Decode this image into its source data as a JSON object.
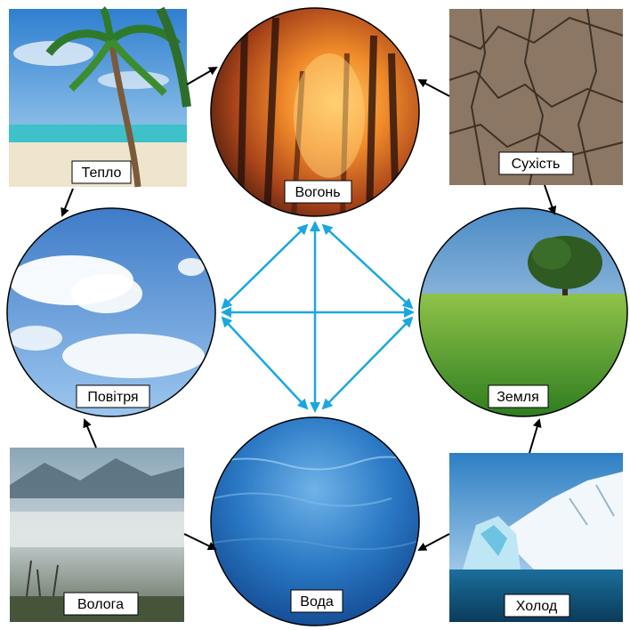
{
  "elements": {
    "fire": "Вогонь",
    "air": "Повітря",
    "earth": "Земля",
    "water": "Вода"
  },
  "qualities": {
    "heat": "Тепло",
    "dryness": "Сухість",
    "moisture": "Волога",
    "cold": "Холод"
  },
  "colors": {
    "cross_arrows": "#1aa7e0",
    "cycle_arrows": "#000000"
  }
}
